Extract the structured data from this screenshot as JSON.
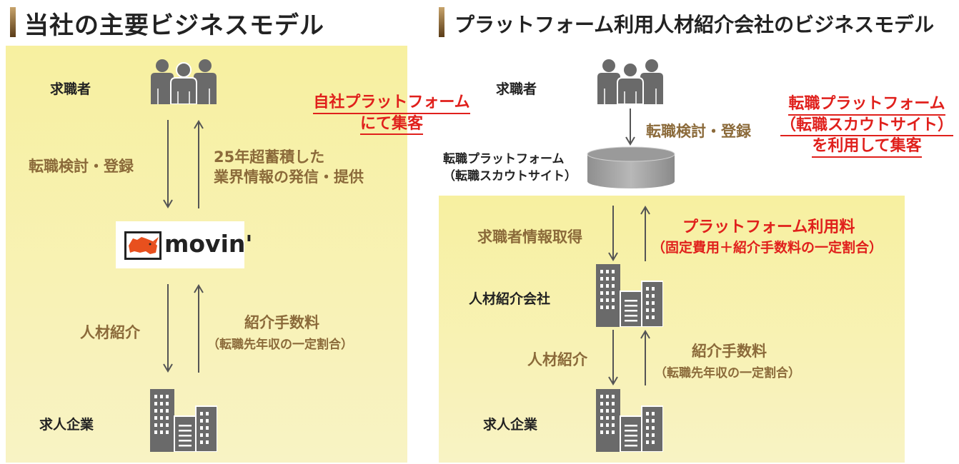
{
  "left": {
    "title": "当社の主要ビジネスモデル",
    "job_seeker": "求職者",
    "consider_register": "転職検討・登録",
    "info_line1": "25年超蓄積した",
    "info_line2": "業界情報の発信・提供",
    "own_platform_line1": "自社プラットフォーム",
    "own_platform_line2": "にて集客",
    "logo_text": "movin'",
    "referral": "人材紹介",
    "fee": "紹介手数料",
    "fee_note": "（転職先年収の一定割合）",
    "company": "求人企業"
  },
  "right": {
    "title": "プラットフォーム利用人材紹介会社のビジネスモデル",
    "job_seeker": "求職者",
    "consider_register": "転職検討・登録",
    "scout_line1": "転職プラットフォーム",
    "scout_line2": "（転職スカウトサイト）",
    "scout_line3": "を利用して集客",
    "platform_line1": "転職プラットフォーム",
    "platform_line2": "（転職スカウトサイト）",
    "acquire_info": "求職者情報取得",
    "platform_fee": "プラットフォーム利用料",
    "platform_fee_note": "（固定費用＋紹介手数料の一定割合）",
    "agency": "人材紹介会社",
    "referral": "人材紹介",
    "fee": "紹介手数料",
    "fee_note": "（転職先年収の一定割合）",
    "company": "求人企業"
  },
  "colors": {
    "panel_bg": "#f7f0a8",
    "accent_red": "#e0201c",
    "brown_text": "#8b6a3a",
    "icon_gray": "#6a6a6a",
    "title_bar": "#7a5a30"
  },
  "icons": [
    "people-icon",
    "building-icon",
    "database-cylinder-icon",
    "rhino-logo-icon"
  ]
}
